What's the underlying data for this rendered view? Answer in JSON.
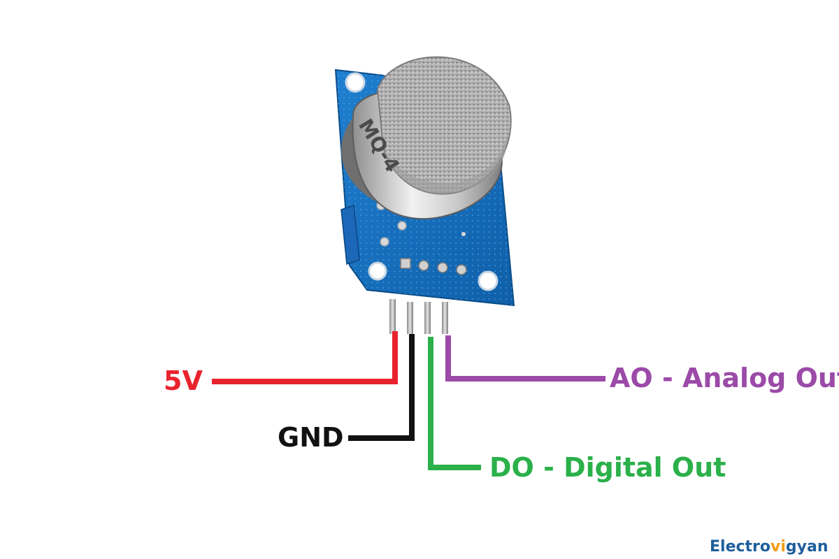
{
  "module": {
    "sensor_marking": "MQ-4"
  },
  "pins": [
    {
      "label": "5V",
      "color": "#e8232e"
    },
    {
      "label": "GND",
      "color": "#111111"
    },
    {
      "label": "DO - Digital Out",
      "color": "#2bb04a"
    },
    {
      "label": "AO - Analog Out",
      "color": "#9b4aa8"
    }
  ],
  "brand": {
    "prefix": "Electro",
    "accent": "vi",
    "suffix": "gyan",
    "color": "#1f5f9b",
    "accent_color": "#f39c12"
  }
}
